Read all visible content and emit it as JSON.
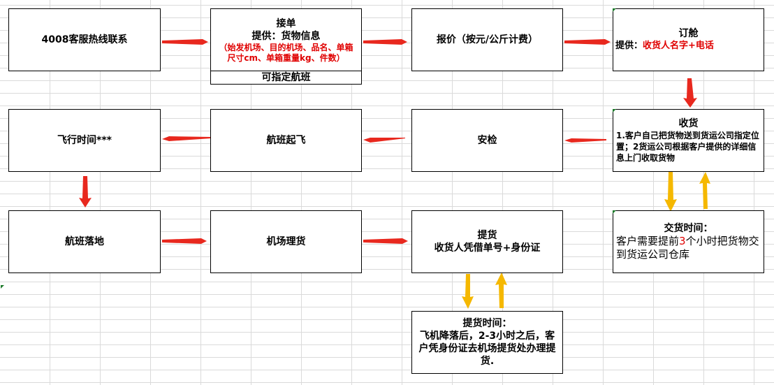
{
  "nodes": {
    "hotline": {
      "title": "4008客服热线联系"
    },
    "order": {
      "title": "接单",
      "line2": "提供：货物信息",
      "detail": "（始发机场、目的机场、品名、单箱尺寸cm、单箱重量kg、件数）",
      "footer": "可指定航班"
    },
    "quote": {
      "title": "报价（按元/公斤计费）"
    },
    "booking": {
      "title": "订舱",
      "label": "提供：",
      "detail": "收货人名字+电话"
    },
    "receive": {
      "title": "收货",
      "detail": "1.客户自己把货物送到货运公司指定位置；2货运公司根据客户提供的详细信息上门收取货物"
    },
    "security": {
      "title": "安检"
    },
    "takeoff": {
      "title": "航班起飞"
    },
    "flight_time": {
      "title": "飞行时间***"
    },
    "landing": {
      "title": "航班落地"
    },
    "sorting": {
      "title": "机场理货"
    },
    "pickup": {
      "title": "提货",
      "detail": "收货人凭借单号+身份证"
    },
    "delivery_time": {
      "title": "交货时间：",
      "text_pre": "客户需要提前",
      "text_num": "3",
      "text_post": "个小时把货物交到货运公司仓库"
    },
    "pickup_time": {
      "title": "提货时间：",
      "detail": "飞机降落后，2-3小时之后，客户凭身份证去机场提货处办理提货."
    }
  },
  "colors": {
    "flow_arrow": "#e8281e",
    "wait_arrow": "#f5b800",
    "border": "#000000",
    "highlight_text": "#e00000"
  }
}
